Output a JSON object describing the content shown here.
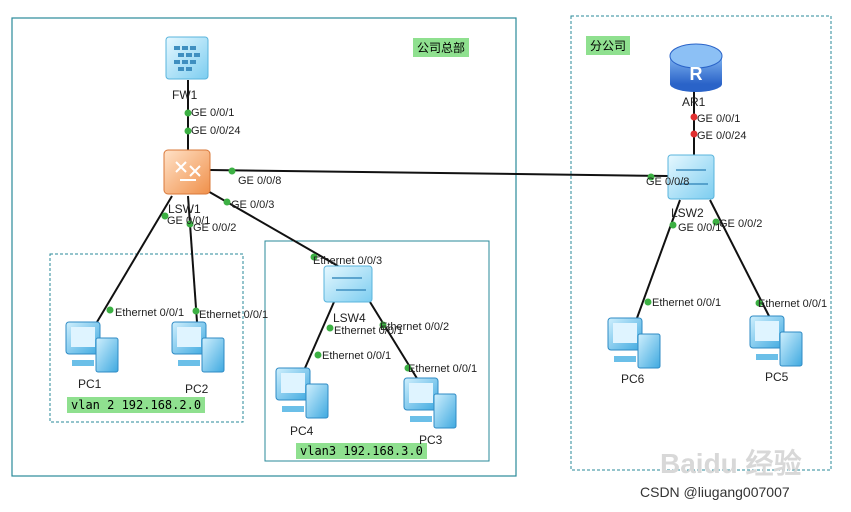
{
  "areas": {
    "hq": "公司总部",
    "branch": "分公司",
    "vlan2": "vlan 2 192.168.2.0",
    "vlan3": "vlan3 192.168.3.0"
  },
  "devices": {
    "fw1": "FW1",
    "lsw1": "LSW1",
    "lsw4": "LSW4",
    "ar1": "AR1",
    "lsw2": "LSW2",
    "pc1": "PC1",
    "pc2": "PC2",
    "pc3": "PC3",
    "pc4": "PC4",
    "pc5": "PC5",
    "pc6": "PC6"
  },
  "ports": {
    "fw1_ge001": "GE 0/0/1",
    "lsw1_ge0024": "GE 0/0/24",
    "lsw1_ge008": "GE 0/0/8",
    "lsw1_ge003": "GE 0/0/3",
    "lsw1_ge001": "GE 0/0/1",
    "lsw1_ge002": "GE 0/0/2",
    "pc1_eth": "Ethernet 0/0/1",
    "pc2_eth": "Ethernet 0/0/1",
    "lsw4_eth003": "Ethernet 0/0/3",
    "lsw4_eth001": "Ethernet 0/0/1",
    "lsw4_eth002": "Ethernet 0/0/2",
    "pc4_eth": "Ethernet 0/0/1",
    "pc3_eth": "Ethernet 0/0/1",
    "ar1_ge001": "GE 0/0/1",
    "lsw2_ge0024": "GE 0/0/24",
    "lsw2_ge008": "GE 0/0/8",
    "lsw2_ge001": "GE 0/0/1",
    "lsw2_ge002": "GE 0/0/2",
    "pc6_eth": "Ethernet 0/0/1",
    "pc5_eth": "Ethernet 0/0/1"
  },
  "watermarks": {
    "baidu": "Baidu 经验",
    "csdn": "CSDN @liugang007007"
  },
  "colors": {
    "hq_border": "#2a8a9a",
    "link": "#111111",
    "port_dot_green": "#3cb043",
    "port_dot_red": "#e03030",
    "label_bg": "#8fe08f"
  }
}
